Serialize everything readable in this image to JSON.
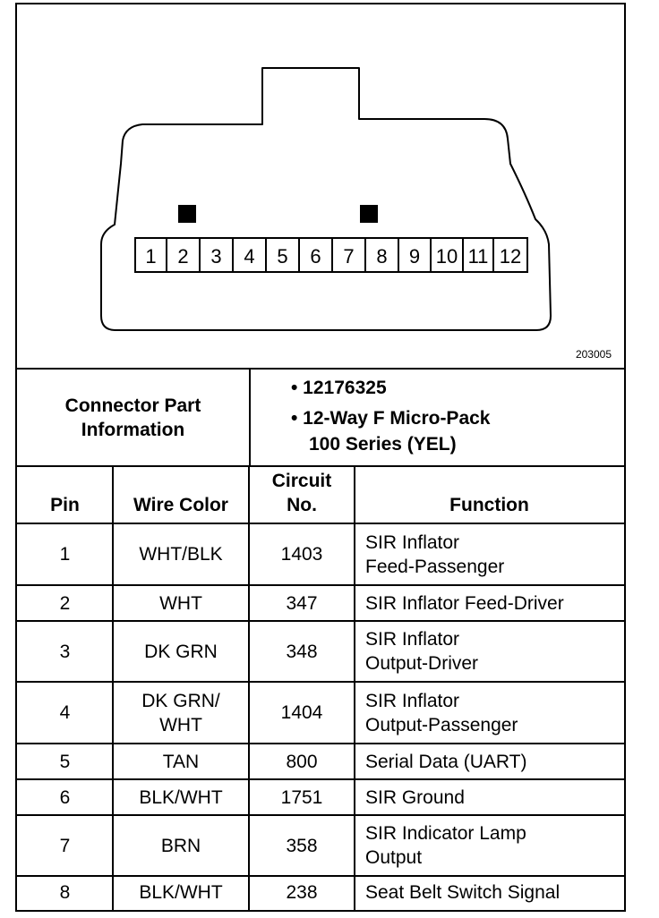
{
  "figure_id": "203005",
  "connector": {
    "pins": [
      "1",
      "2",
      "3",
      "4",
      "5",
      "6",
      "7",
      "8",
      "9",
      "10",
      "11",
      "12"
    ]
  },
  "part_info": {
    "label_line1": "Connector Part",
    "label_line2": "Information",
    "bullet1": "• 12176325",
    "bullet2_line1": "• 12-Way F Micro-Pack",
    "bullet2_line2": "100 Series (YEL)"
  },
  "table": {
    "headers": {
      "pin": "Pin",
      "wire_color": "Wire Color",
      "circuit_line1": "Circuit",
      "circuit_line2": "No.",
      "function": "Function"
    },
    "rows": [
      {
        "pin": "1",
        "color": [
          "WHT/BLK"
        ],
        "circuit": "1403",
        "function": [
          "SIR Inflator",
          "Feed-Passenger"
        ]
      },
      {
        "pin": "2",
        "color": [
          "WHT"
        ],
        "circuit": "347",
        "function": [
          "SIR Inflator Feed-Driver"
        ]
      },
      {
        "pin": "3",
        "color": [
          "DK GRN"
        ],
        "circuit": "348",
        "function": [
          "SIR Inflator",
          "Output-Driver"
        ]
      },
      {
        "pin": "4",
        "color": [
          "DK GRN/",
          "WHT"
        ],
        "circuit": "1404",
        "function": [
          "SIR Inflator",
          "Output-Passenger"
        ]
      },
      {
        "pin": "5",
        "color": [
          "TAN"
        ],
        "circuit": "800",
        "function": [
          "Serial Data (UART)"
        ]
      },
      {
        "pin": "6",
        "color": [
          "BLK/WHT"
        ],
        "circuit": "1751",
        "function": [
          "SIR Ground"
        ]
      },
      {
        "pin": "7",
        "color": [
          "BRN"
        ],
        "circuit": "358",
        "function": [
          "SIR Indicator Lamp",
          "Output"
        ]
      },
      {
        "pin": "8",
        "color": [
          "BLK/WHT"
        ],
        "circuit": "238",
        "function": [
          "Seat Belt Switch Signal"
        ]
      }
    ]
  }
}
